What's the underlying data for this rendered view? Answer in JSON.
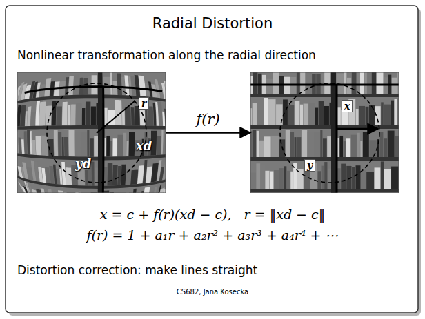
{
  "diagram": {
    "title": "Radial Distortion",
    "nodes": [
      {
        "text": [
          "r",
          "xd",
          "yd"
        ]
      },
      {
        "text": [
          "x",
          "y"
        ]
      }
    ],
    "edges": [
      {
        "from": 0,
        "to": 1,
        "arrow": "to",
        "label": "f(r)"
      }
    ],
    "labels": [
      "Nonlinear transformation along the radial direction",
      "x = c + f(r)(xd − c),   r = ‖xd − c‖",
      "f(r) = 1 + a₁r + a₂r² + a₃r³ + a₄r⁴ + ⋯",
      "Distortion correction: make lines straight",
      "CS682, Jana Kosecka"
    ]
  }
}
